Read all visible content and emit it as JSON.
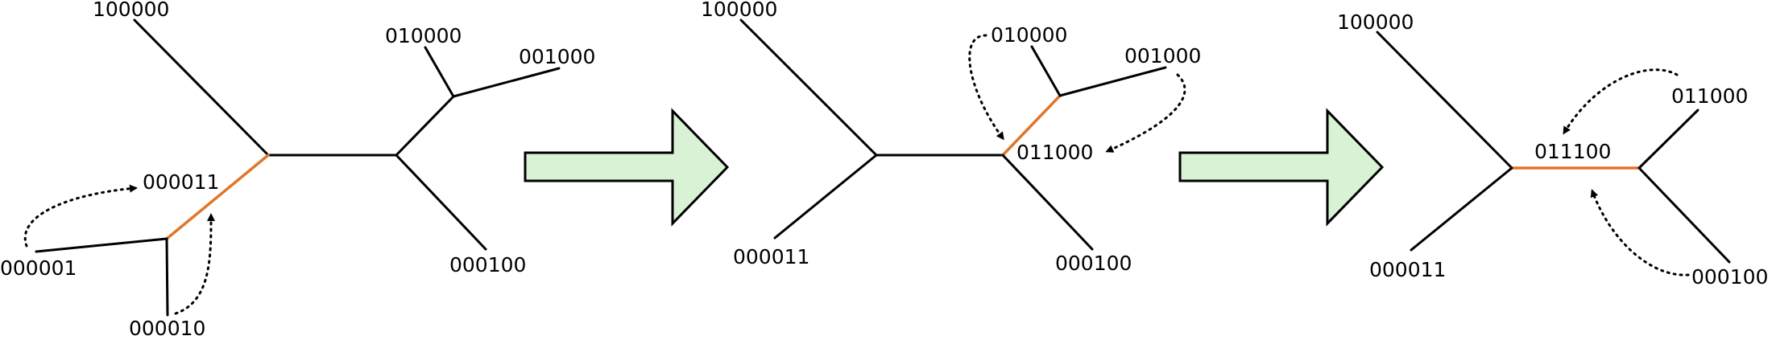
{
  "panel1": {
    "labels": {
      "l100000": "100000",
      "l010000": "010000",
      "l001000": "001000",
      "l000011": "000011",
      "l000001": "000001",
      "l000010": "000010",
      "l000100": "000100"
    }
  },
  "panel2": {
    "labels": {
      "l100000": "100000",
      "l010000": "010000",
      "l001000": "001000",
      "l011000": "011000",
      "l000011": "000011",
      "l000100": "000100"
    }
  },
  "panel3": {
    "labels": {
      "l100000": "100000",
      "l011000": "011000",
      "l011100": "011100",
      "l000011": "000011",
      "l000100": "000100"
    }
  },
  "colors": {
    "highlight_edge": "#e0762a",
    "arrow_fill": "#d9f2d6"
  }
}
